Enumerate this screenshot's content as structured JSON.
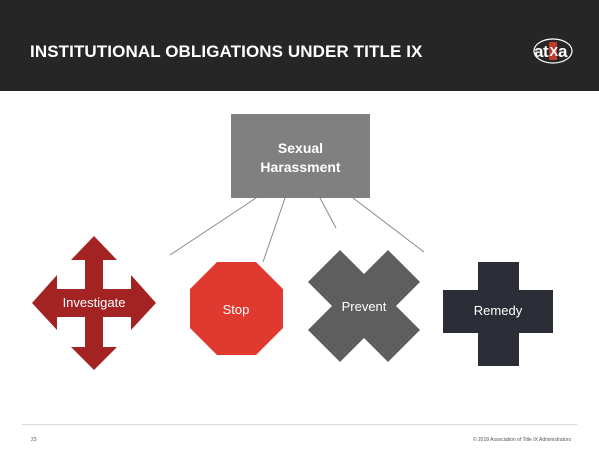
{
  "header": {
    "title": "INSTITUTIONAL OBLIGATIONS UNDER TITLE IX",
    "logo_text": "atixa"
  },
  "diagram": {
    "root": {
      "line1": "Sexual",
      "line2": "Harassment",
      "color": "#808080"
    },
    "children": [
      {
        "label": "Investigate",
        "shape": "four-way-arrow",
        "color": "#a32323"
      },
      {
        "label": "Stop",
        "shape": "octagon",
        "color": "#e03a30"
      },
      {
        "label": "Prevent",
        "shape": "x-cross",
        "color": "#5e5e5e"
      },
      {
        "label": "Remedy",
        "shape": "plus-cross",
        "color": "#2b2e36"
      }
    ]
  },
  "footer": {
    "page_number": "23",
    "copyright": "© 2018 Association of Title IX Administrators"
  },
  "colors": {
    "header_bg": "#262626",
    "connector": "#8a8a8a"
  }
}
